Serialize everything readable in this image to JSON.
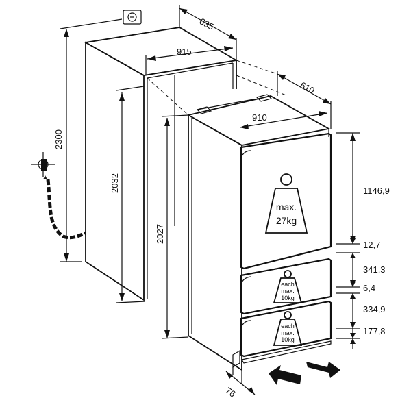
{
  "dimensions": {
    "niche_depth": "635",
    "niche_width": "915",
    "niche_height_total": "2300",
    "niche_height": "2032",
    "appliance_depth": "610",
    "appliance_width": "910",
    "appliance_height": "2027",
    "door_offset": "76"
  },
  "compartments": {
    "fridge_height": "1146,9",
    "gap_1": "12,7",
    "drawer_1_height": "341,3",
    "gap_2": "6,4",
    "drawer_2_height": "334,9",
    "base_height": "177,8"
  },
  "weights": {
    "main": [
      "max.",
      "27kg"
    ],
    "drawer_1": [
      "each",
      "max.",
      "10kg"
    ],
    "drawer_2": [
      "each",
      "max.",
      "10kg"
    ]
  }
}
